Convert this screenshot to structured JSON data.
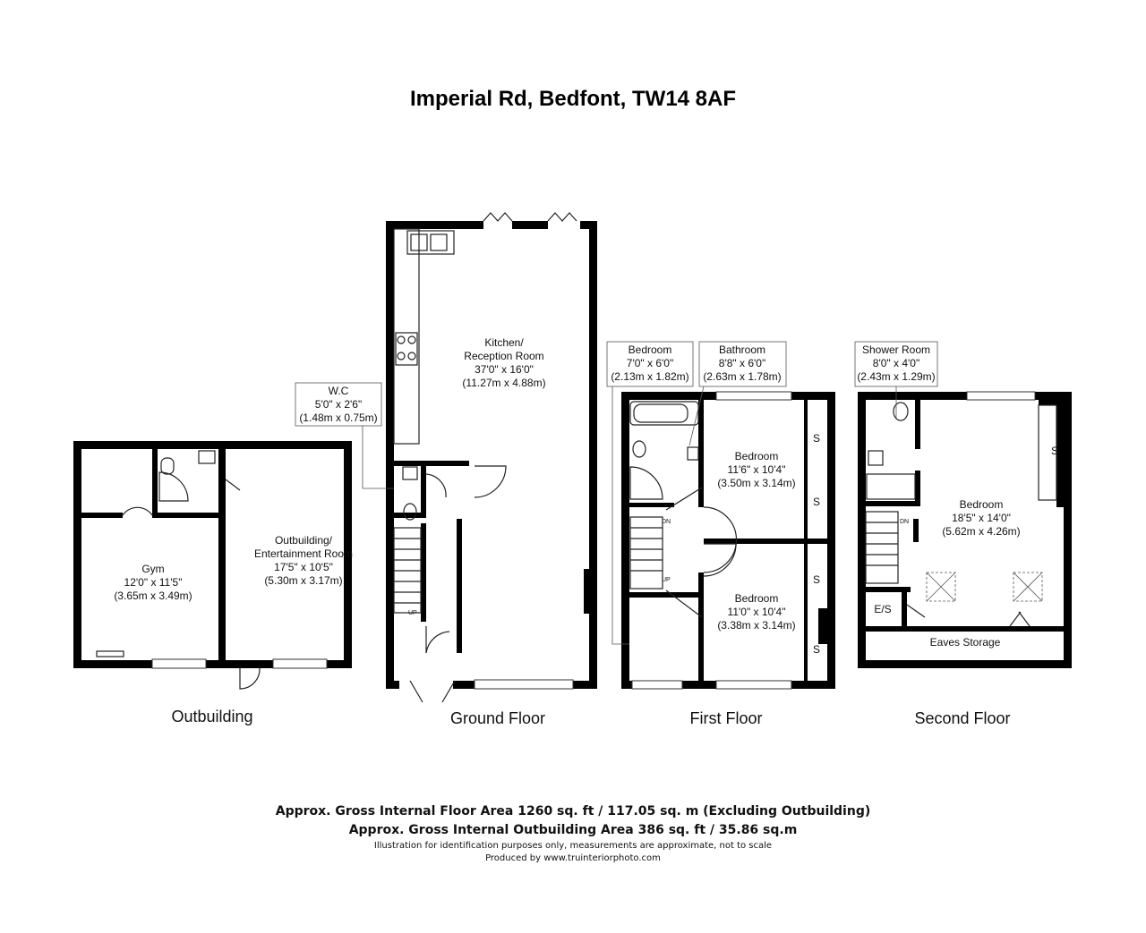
{
  "title": "Imperial Rd, Bedfont, TW14 8AF",
  "floors": {
    "outbuilding": "Outbuilding",
    "ground": "Ground Floor",
    "first": "First Floor",
    "second": "Second Floor"
  },
  "rooms": {
    "kitchen": [
      "Kitchen/",
      "Reception Room",
      "37'0\" x 16'0\"",
      "(11.27m x 4.88m)"
    ],
    "wc": [
      "W.C",
      "5'0\" x 2'6\"",
      "(1.48m x 0.75m)"
    ],
    "gym": [
      "Gym",
      "12'0\" x 11'5\"",
      "(3.65m x 3.49m)"
    ],
    "outbuilding_room": [
      "Outbuilding/",
      "Entertainment Room",
      "17'5\" x 10'5\"",
      "(5.30m x 3.17m)"
    ],
    "bedroom_small": [
      "Bedroom",
      "7'0\" x 6'0\"",
      "(2.13m x 1.82m)"
    ],
    "bathroom": [
      "Bathroom",
      "8'8\" x 6'0\"",
      "(2.63m x 1.78m)"
    ],
    "bedroom_1": [
      "Bedroom",
      "11'6\" x 10'4\"",
      "(3.50m x 3.14m)"
    ],
    "bedroom_2": [
      "Bedroom",
      "11'0\" x 10'4\"",
      "(3.38m x 3.14m)"
    ],
    "shower_room": [
      "Shower Room",
      "8'0\" x 4'0\"",
      "(2.43m x 1.29m)"
    ],
    "bedroom_top": [
      "Bedroom",
      "18'5\" x 14'0\"",
      "(5.62m x 4.26m)"
    ],
    "eaves": "Eaves Storage",
    "es": "E/S"
  },
  "markers": {
    "storage": "S",
    "up": "UP",
    "down": "DN"
  },
  "footer": {
    "line1": "Approx. Gross Internal Floor Area 1260 sq. ft / 117.05 sq. m (Excluding Outbuilding)",
    "line2": "Approx. Gross Internal Outbuilding Area 386 sq. ft / 35.86 sq.m",
    "line3": "Illustration for identification purposes only, measurements are approximate, not to scale",
    "line4": "Produced by www.truinteriorphoto.com"
  },
  "colors": {
    "wall": "#000000",
    "background": "#ffffff"
  }
}
